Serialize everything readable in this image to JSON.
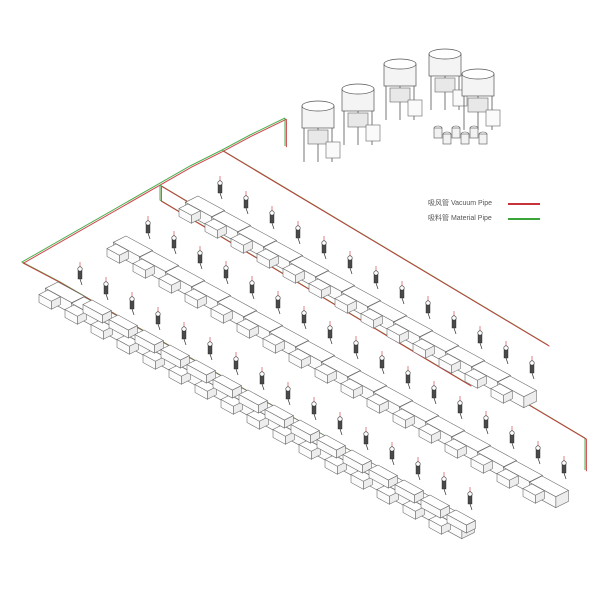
{
  "legend": {
    "vacuum": {
      "label": "吸风管 Vacuum Pipe",
      "color": "#c8323a"
    },
    "material": {
      "label": "吸料管 Material Pipe",
      "color": "#3aa63a"
    }
  },
  "colors": {
    "outline": "#6e6e6e",
    "machine_fill": "#fbfbfb",
    "machine_side": "#ededed",
    "hopper_unit": "#4a4a4a"
  },
  "layout_description": {
    "central_units": "row of 5 central vacuum / storage stations at top right",
    "machine_rows": 3
  }
}
